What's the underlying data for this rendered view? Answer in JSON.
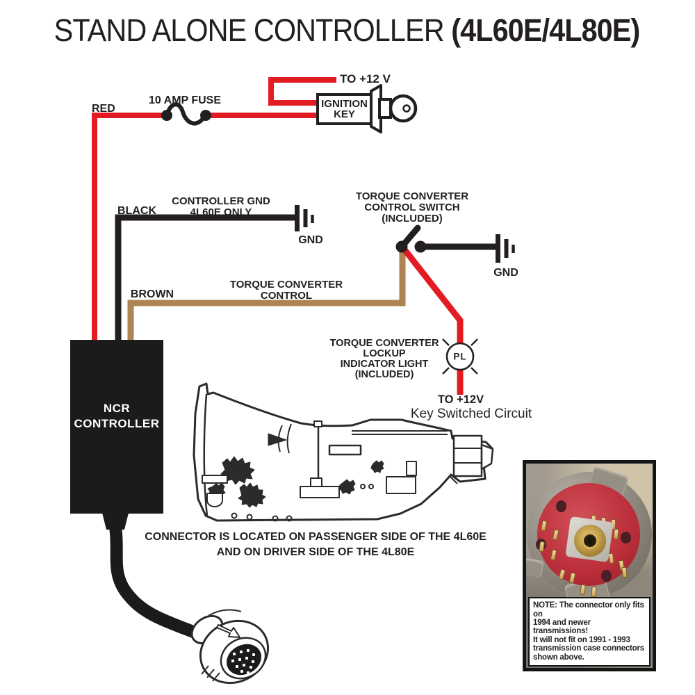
{
  "title": {
    "main": "STAND ALONE CONTROLLER",
    "suffix": "(4L60E/4L80E)"
  },
  "colors": {
    "wire_red": "#e31b23",
    "wire_black": "#231f20",
    "wire_brown": "#ae8455",
    "controller_fill": "#1b1b1b",
    "photo_connector_red": "#bb2e3a",
    "pin_gold": "#cfa952"
  },
  "wires": {
    "red": {
      "label": "RED"
    },
    "black": {
      "label": "BLACK"
    },
    "brown": {
      "label": "BROWN"
    }
  },
  "components": {
    "fuse": {
      "label": "10 AMP FUSE"
    },
    "ignition_key": {
      "line1": "IGNITION",
      "line2": "KEY",
      "feed_label": "TO +12 V"
    },
    "controller_ground": {
      "line1": "CONTROLLER GND",
      "line2": "4L60E ONLY",
      "gnd": "GND"
    },
    "tcc_switch": {
      "line1": "TORQUE CONVERTER",
      "line2": "CONTROL SWITCH",
      "line3": "(INCLUDED)",
      "gnd": "GND"
    },
    "tcc_wire": {
      "line1": "TORQUE CONVERTER",
      "line2": "CONTROL"
    },
    "lockup_light": {
      "line1": "TORQUE CONVERTER",
      "line2": "LOCKUP",
      "line3": "INDICATOR LIGHT",
      "line4": "(INCLUDED)",
      "lamp_text": "PL",
      "feed_line1": "TO +12V",
      "feed_line2": "Key Switched Circuit"
    },
    "controller": {
      "line1": "NCR",
      "line2": "CONTROLLER"
    },
    "transmission": {
      "caption_line1": "CONNECTOR IS LOCATED ON PASSENGER SIDE OF THE 4L60E",
      "caption_line2": "AND ON DRIVER SIDE OF THE 4L80E"
    }
  },
  "photo_inset": {
    "note_lines": [
      "NOTE: The connector only fits on",
      "1994 and newer transmissions!",
      "It will not fit on 1991 - 1993",
      "transmission case connectors",
      "shown above."
    ]
  },
  "icons": [
    {
      "name": "fuse-icon",
      "shape": "s-curve between two dots"
    },
    {
      "name": "ground-icon",
      "shape": "three shrinking bars"
    },
    {
      "name": "switch-icon",
      "shape": "pivot dots with lever"
    },
    {
      "name": "lamp-icon",
      "shape": "circle with rays"
    },
    {
      "name": "ignition-key-icon",
      "shape": "key head with hole"
    }
  ]
}
